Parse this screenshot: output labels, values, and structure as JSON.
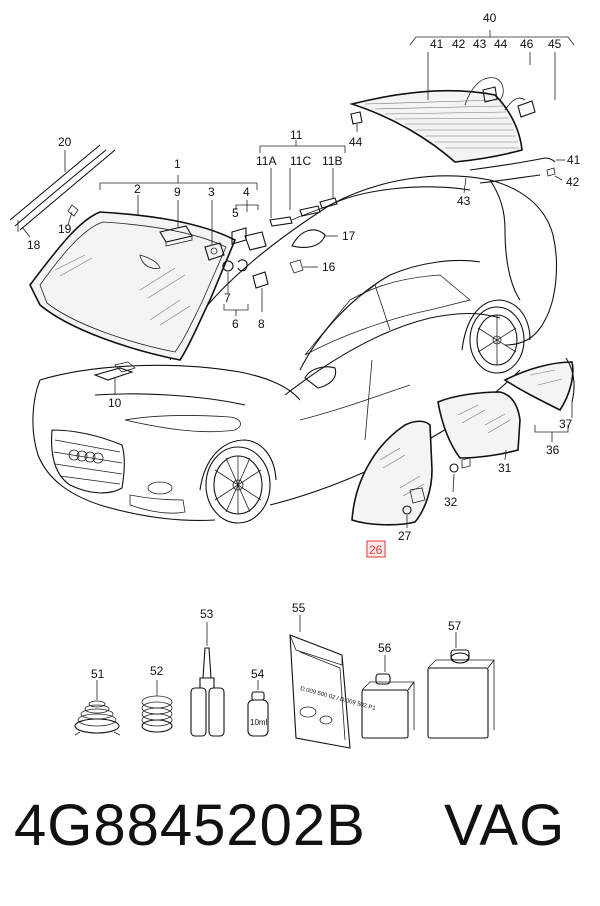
{
  "callouts": {
    "n1": "1",
    "n2": "2",
    "n3": "3",
    "n4": "4",
    "n5": "5",
    "n6": "6",
    "n7": "7",
    "n8": "8",
    "n9": "9",
    "n10": "10",
    "n11": "11",
    "n11a": "11A",
    "n11b": "11B",
    "n11c": "11C",
    "n16": "16",
    "n17": "17",
    "n18": "18",
    "n19": "19",
    "n20": "20",
    "n26": "26",
    "n27": "27",
    "n31": "31",
    "n32": "32",
    "n36": "36",
    "n37": "37",
    "n40": "40",
    "n41a": "41",
    "n42a": "42",
    "n43a": "43",
    "n44a": "44",
    "n46": "46",
    "n45a": "45",
    "n41b": "41",
    "n42b": "42",
    "n43b": "43",
    "n44b": "44",
    "n51": "51",
    "n52": "52",
    "n53": "53",
    "n54": "54",
    "n55": "55",
    "n56": "56",
    "n57": "57"
  },
  "highlight": {
    "label": "26",
    "color": "#e23a3a",
    "fill": "#fde8e8"
  },
  "product": {
    "can_label": "10ml",
    "packet_text": "D.009 500 02 / D.009 502 P1"
  },
  "footer": {
    "part_number": "4G8845202B",
    "brand": "VAG"
  }
}
